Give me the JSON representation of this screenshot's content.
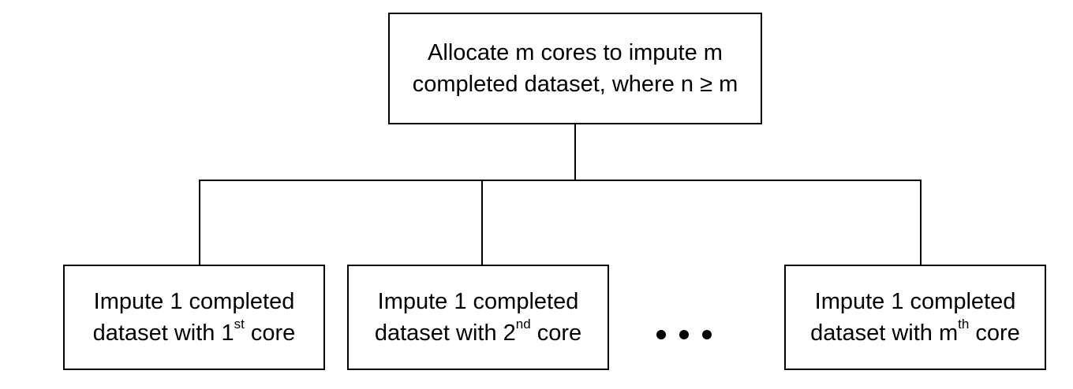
{
  "diagram": {
    "root": {
      "line1": "Allocate m cores to impute m",
      "line2": "completed dataset, where n ≥ m"
    },
    "children": [
      {
        "line1": "Impute 1 completed",
        "line2_prefix": "dataset with 1",
        "line2_sup": "st",
        "line2_suffix": " core"
      },
      {
        "line1": "Impute 1 completed",
        "line2_prefix": "dataset with 2",
        "line2_sup": "nd",
        "line2_suffix": " core"
      },
      {
        "line1": "Impute 1 completed",
        "line2_prefix": "dataset with m",
        "line2_sup": "th",
        "line2_suffix": " core"
      }
    ],
    "ellipsis_dots": 3
  }
}
